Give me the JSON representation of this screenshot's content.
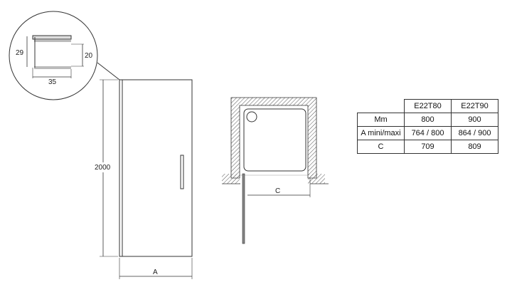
{
  "detail": {
    "height_outer": "29",
    "height_inner": "20",
    "width": "35"
  },
  "elevation": {
    "height_label": "2000",
    "width_label": "A"
  },
  "plan": {
    "dim_label": "C"
  },
  "table": {
    "headers": [
      "",
      "E22T80",
      "E22T90"
    ],
    "rows": [
      [
        "Mm",
        "800",
        "900"
      ],
      [
        "A mini/maxi",
        "764 / 800",
        "864 / 900"
      ],
      [
        "C",
        "709",
        "809"
      ]
    ]
  }
}
